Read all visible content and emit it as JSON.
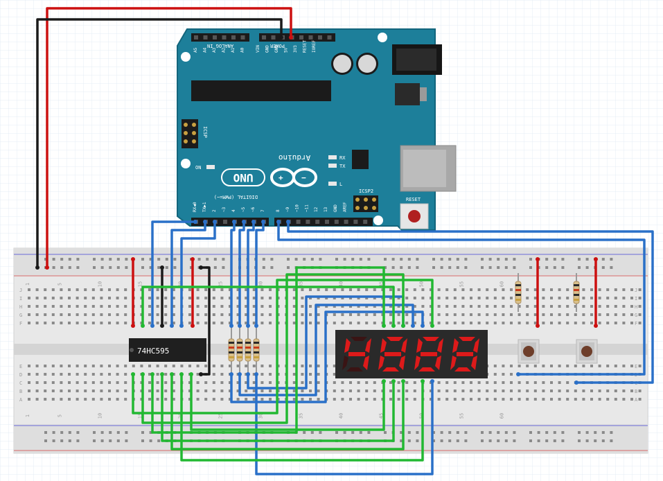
{
  "board": {
    "name": "Arduino",
    "model": "UNO",
    "analog_header": "ANALOG IN",
    "analog_pins": [
      "A5",
      "A4",
      "A3",
      "A2",
      "A1",
      "A0"
    ],
    "power_header": "POWER",
    "power_pins": [
      "VIN",
      "GND",
      "GND",
      "5V",
      "3V3",
      "RESET",
      "IOREF"
    ],
    "digital_header": "DIGITAL (PWM=~)",
    "digital_pins_low": [
      "RX◀0",
      "TX▶1",
      "2",
      "~3",
      "4",
      "~5",
      "~6",
      "7"
    ],
    "digital_pins_high": [
      "8",
      "~9",
      "~10",
      "~11",
      "12",
      "13",
      "GND",
      "AREF"
    ],
    "icsp_label": "ICSP",
    "icsp2_label": "ICSP2",
    "on_label": "ON",
    "tx_label": "TX",
    "rx_label": "RX",
    "l_label": "L",
    "reset_label": "RESET"
  },
  "breadboard": {
    "column_numbers": [
      "1",
      "5",
      "10",
      "15",
      "20",
      "25",
      "30",
      "35",
      "40",
      "45",
      "50",
      "55",
      "60"
    ],
    "row_letters_top": [
      "J",
      "I",
      "H",
      "G",
      "F"
    ],
    "row_letters_bottom": [
      "E",
      "D",
      "C",
      "B",
      "A"
    ]
  },
  "chip": {
    "label": "74HC595"
  },
  "display": {
    "digits": [
      "4",
      "8",
      "8",
      "8"
    ]
  },
  "colors": {
    "board": "#1d7f9a",
    "breadboard": "#e8e8e8",
    "wire_red": "#cc1010",
    "wire_black": "#1a1a1a",
    "wire_blue": "#2a70c8",
    "wire_green": "#22b832",
    "segment_on": "#dd1a1a",
    "segment_off": "#3a1414",
    "grid": "#e4ecf4"
  }
}
